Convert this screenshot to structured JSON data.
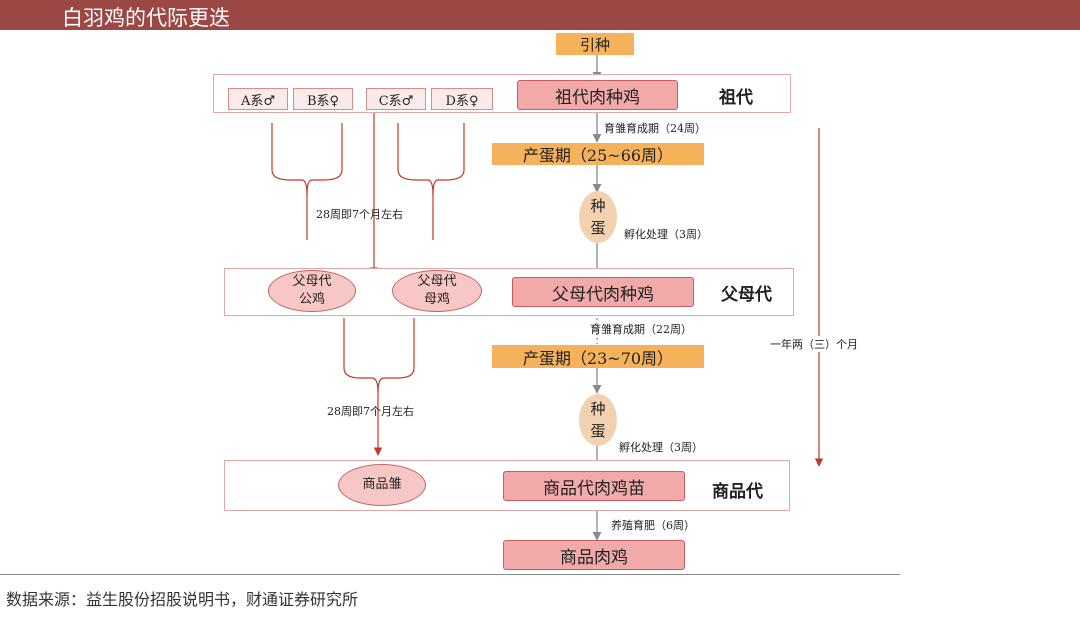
{
  "header": {
    "title": "白羽鸡的代际更迭"
  },
  "top": {
    "introduce": "引种"
  },
  "grandparent": {
    "lines": [
      "A系♂",
      "B系♀",
      "C系♂",
      "D系♀"
    ],
    "stock": "祖代肉种鸡",
    "label": "祖代",
    "rearing_note": "育雏育成期（24周）",
    "laying": "产蛋期（25~66周）",
    "egg_top": "种",
    "egg_bottom": "蛋",
    "hatch_note": "孵化处理（3周）",
    "interval_note": "28周即7个月左右"
  },
  "parent": {
    "male_line1": "父母代",
    "male_line2": "公鸡",
    "female_line1": "父母代",
    "female_line2": "母鸡",
    "stock": "父母代肉种鸡",
    "label": "父母代",
    "rearing_note": "育雏育成期（22周）",
    "laying": "产蛋期（23~70周）",
    "egg_top": "种",
    "egg_bottom": "蛋",
    "hatch_note": "孵化处理（3周）",
    "interval_note": "28周即7个月左右"
  },
  "commercial": {
    "chick": "商品雏",
    "stock": "商品代肉鸡苗",
    "label": "商品代",
    "fatten_note": "养殖育肥（6周）",
    "final": "商品肉鸡"
  },
  "side_note": "一年两（三）个月",
  "footer": {
    "source": "数据来源：益生股份招股说明书，财通证券研究所"
  }
}
